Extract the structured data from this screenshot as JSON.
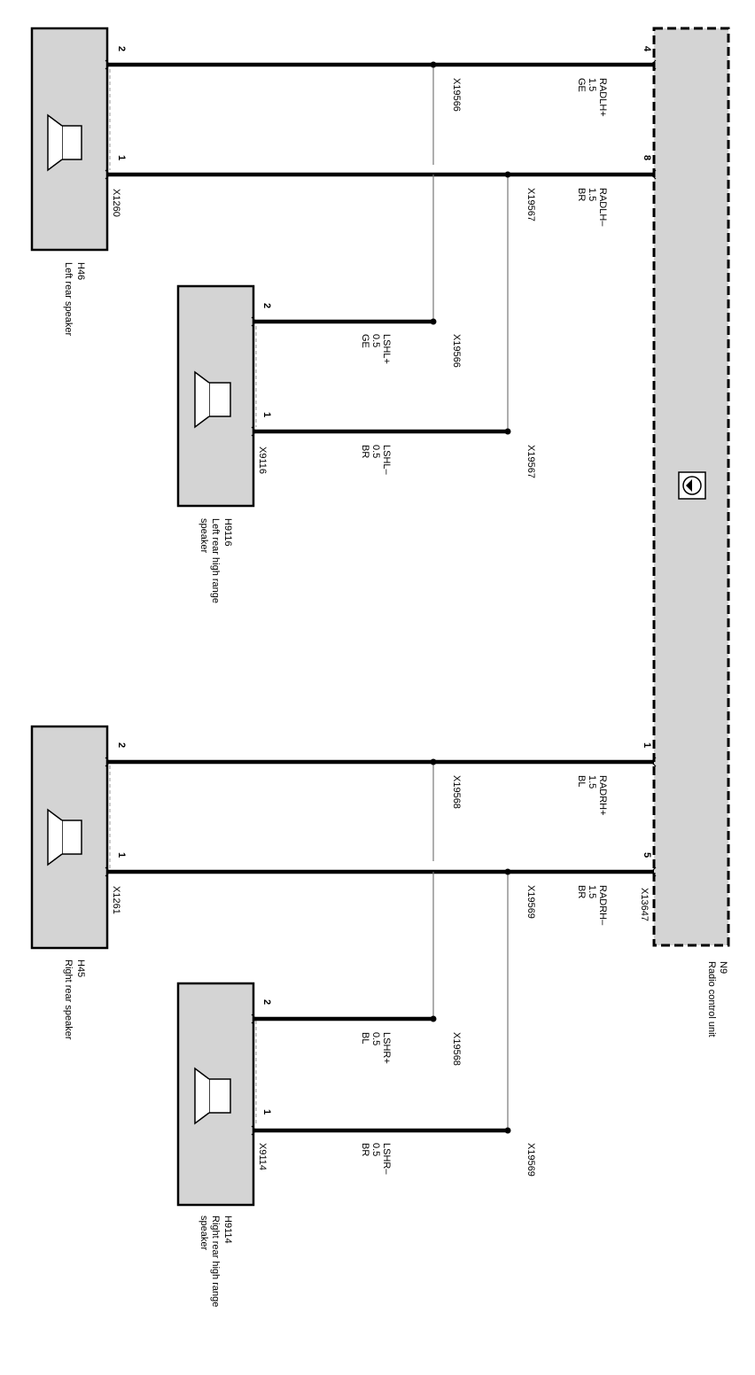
{
  "radio_unit": {
    "code": "N9",
    "name": "Radio control unit"
  },
  "speakers": {
    "left_rear": {
      "code": "H46",
      "name": "Left rear speaker",
      "connector": "X1260",
      "pin_a": "2",
      "pin_b": "1"
    },
    "left_high": {
      "code": "H9116",
      "name_line1": "Left rear high range",
      "name_line2": "speaker",
      "connector": "X9116",
      "pin_a": "2",
      "pin_b": "1"
    },
    "right_rear": {
      "code": "H45",
      "name": "Right rear speaker",
      "connector": "X1261",
      "pin_a": "2",
      "pin_b": "1"
    },
    "right_high": {
      "code": "H9114",
      "name_line1": "Right rear high range",
      "name_line2": "speaker",
      "connector": "X9114",
      "pin_a": "2",
      "pin_b": "1"
    }
  },
  "unit_pins": {
    "radlh_plus": "4",
    "radlh_minus": "8",
    "radrh_plus": "1",
    "radrh_minus": "5",
    "connector": "X13647"
  },
  "wires": {
    "radlh_plus": {
      "name": "RADLH+",
      "size": "1.5",
      "color": "GE"
    },
    "radlh_minus": {
      "name": "RADLH–",
      "size": "1.5",
      "color": "BR"
    },
    "lshl_plus": {
      "name": "LSHL+",
      "size": "0.5",
      "color": "GE"
    },
    "lshl_minus": {
      "name": "LSHL–",
      "size": "0.5",
      "color": "BR"
    },
    "radrh_plus": {
      "name": "RADRH+",
      "size": "1.5",
      "color": "BL"
    },
    "radrh_minus": {
      "name": "RADRH–",
      "size": "1.5",
      "color": "BR"
    },
    "lshr_plus": {
      "name": "LSHR+",
      "size": "0.5",
      "color": "BL"
    },
    "lshr_minus": {
      "name": "LSHR–",
      "size": "0.5",
      "color": "BR"
    }
  },
  "splices": {
    "s1": "X19566",
    "s2": "X19567",
    "s3": "X19566",
    "s4": "X19567",
    "s5": "X19568",
    "s6": "X19569",
    "s7": "X19568",
    "s8": "X19569"
  },
  "icons": {
    "unit_icon": "speaker-symbol-icon",
    "speaker_icon": "loudspeaker-icon"
  }
}
